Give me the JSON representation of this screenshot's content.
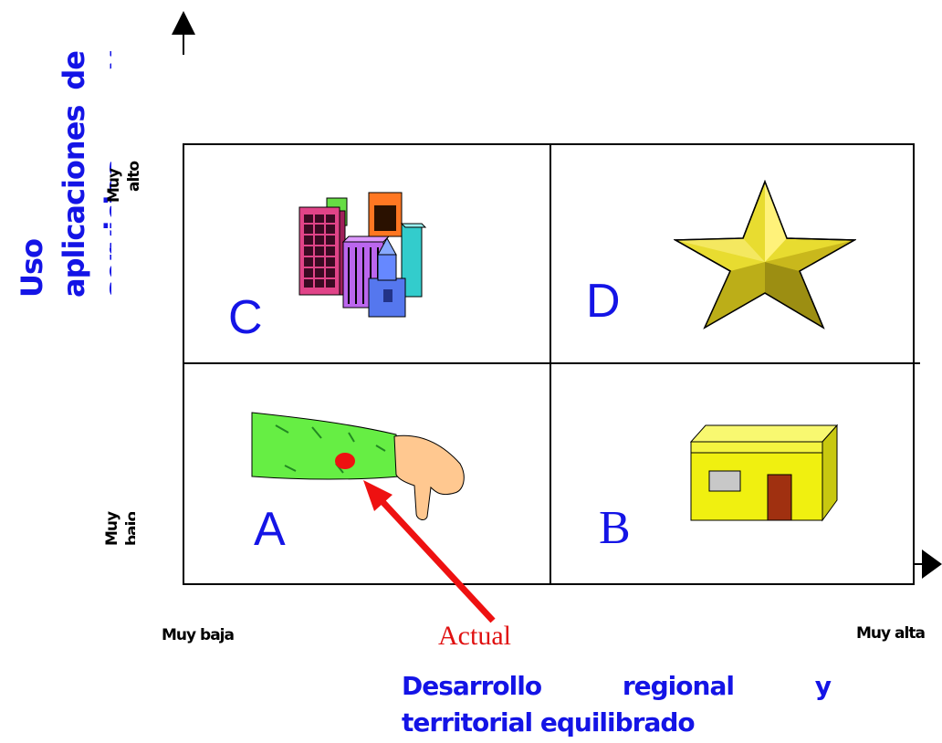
{
  "y_axis": {
    "title_line1": "Uso",
    "title_line2_words": [
      "aplicaciones",
      "de"
    ],
    "title_line3_words": [
      "servicios",
      "y"
    ],
    "high_label_line1": "Muy",
    "high_label_line2": "alto",
    "low_label_line1": "Muy",
    "low_label_line2": "bajo"
  },
  "x_axis": {
    "title_line1_words": [
      "Desarrollo",
      "regional",
      "y"
    ],
    "title_line2": "territorial equilibrado",
    "low_label": "Muy baja",
    "high_label": "Muy alta"
  },
  "quadrants": {
    "top_left": {
      "letter": "C",
      "icon": "city-buildings-icon"
    },
    "top_right": {
      "letter": "D",
      "icon": "gold-star-icon"
    },
    "bottom_left": {
      "letter": "A",
      "icon": "arm-with-watch-icon"
    },
    "bottom_right": {
      "letter": "B",
      "icon": "small-house-icon"
    }
  },
  "marker": {
    "label": "Actual"
  },
  "colors": {
    "accent_blue": "#1414e6",
    "marker_red": "#e01010",
    "star_gold": "#d8cc20",
    "house_yellow": "#f0f010",
    "arm_green": "#66ee44"
  }
}
